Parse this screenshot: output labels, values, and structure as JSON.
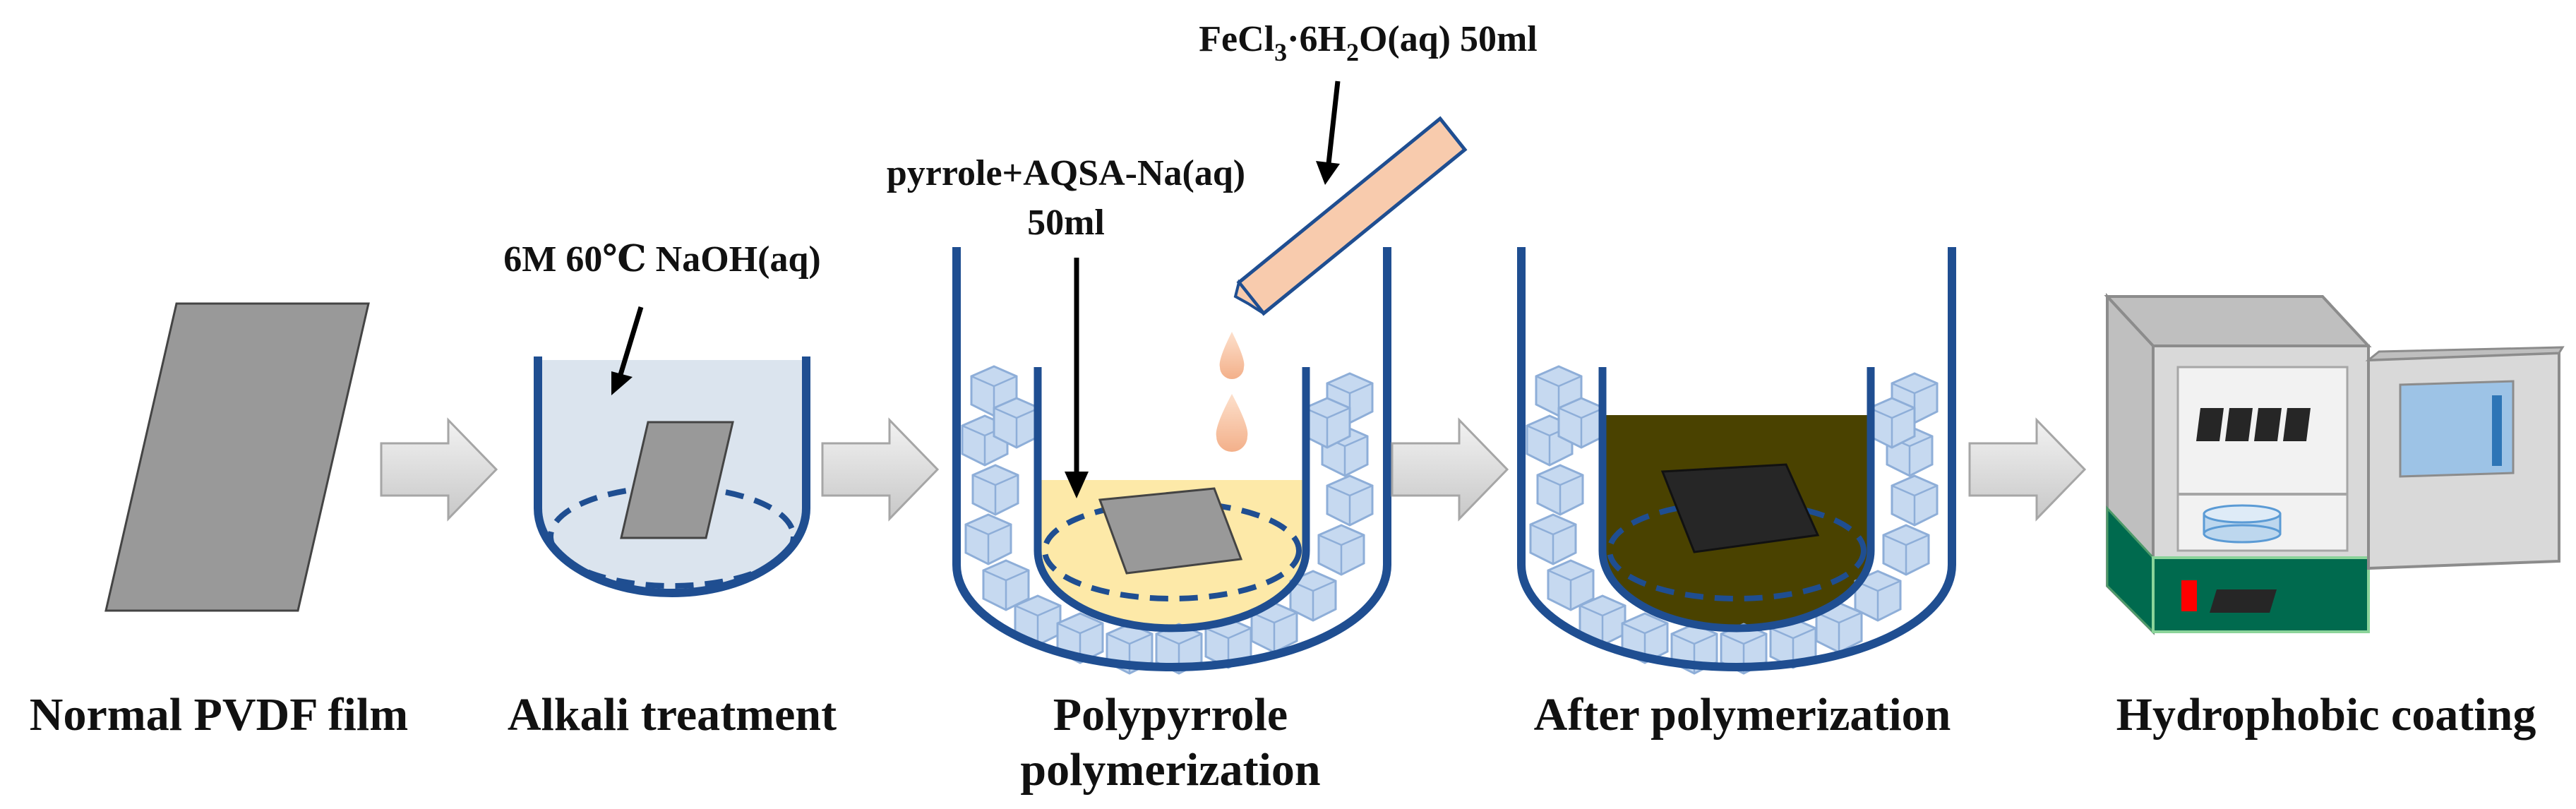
{
  "steps": [
    {
      "label": "Normal PVDF film"
    },
    {
      "label": "Alkali treatment"
    },
    {
      "label_line1": "Polypyrrole",
      "label_line2": "polymerization"
    },
    {
      "label": "After polymerization"
    },
    {
      "label": "Hydrophobic coating"
    }
  ],
  "annotations": {
    "naoh": "6M 60℃ NaOH(aq)",
    "pyrrole_line1": "pyrrole+AQSA-Na(aq)",
    "pyrrole_line2": "50ml",
    "fecl3_part1": "FeCl",
    "fecl3_sub1": "3",
    "fecl3_part2": "·6H",
    "fecl3_sub2": "2",
    "fecl3_part3": "O(aq) 50ml"
  },
  "colors": {
    "film_gray": "#999999",
    "beaker_blue": "#1f4e91",
    "naoh_liquid": "#dbe4ee",
    "pyrrole_liquid": "#fde9a8",
    "polymer_liquid": "#4a4200",
    "dark_film": "#262626",
    "pipette": "#f8cbad",
    "arrow_fill": "#d9d9d9",
    "oven_green": "#006a4e",
    "ice_blue": "#c6d9f0"
  },
  "icons": [
    "process-arrow-icon",
    "ice-cube-icon",
    "pipette-icon",
    "droplet-icon",
    "oven-icon"
  ]
}
